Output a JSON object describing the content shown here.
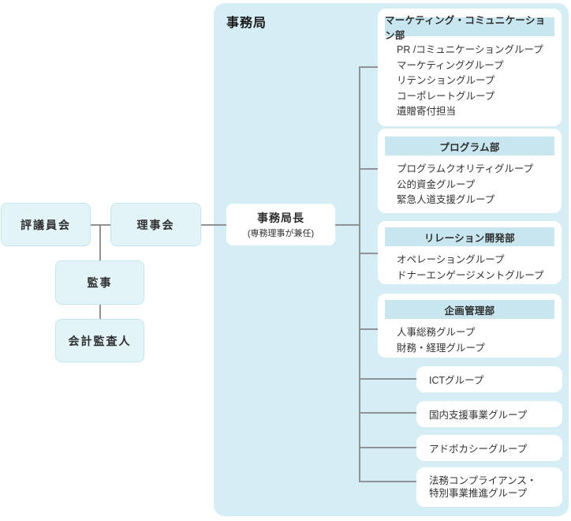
{
  "org": {
    "bureau_title": "事務局",
    "governance": {
      "councilors": "評議員会",
      "board": "理事会",
      "auditors": "監事",
      "accounting_auditor": "会計監査人"
    },
    "director": {
      "title": "事務局長",
      "note": "(専務理事が兼任)"
    },
    "departments": [
      {
        "name": "マーケティング・コミュニケーション部",
        "groups": [
          "PR /コミュニケーショングループ",
          "マーケティンググループ",
          "リテンショングループ",
          "コーポレートグループ",
          "遺贈寄付担当"
        ]
      },
      {
        "name": "プログラム部",
        "groups": [
          "プログラムクオリティグループ",
          "公的資金グループ",
          "緊急人道支援グループ"
        ]
      },
      {
        "name": "リレーション開発部",
        "groups": [
          "オペレーショングループ",
          "ドナーエンゲージメントグループ"
        ]
      },
      {
        "name": "企画管理部",
        "groups": [
          "人事総務グループ",
          "財務・経理グループ"
        ]
      }
    ],
    "direct_groups": [
      "ICTグループ",
      "国内支援事業グループ",
      "アドボカシーグループ",
      "法務コンプライアンス・\n特別事業推進グループ"
    ]
  },
  "colors": {
    "bureau_bg": "#d5edf4",
    "dept_header_bg": "#c7e6f0",
    "governance_box_bg": "#e3f4f9",
    "governance_box_border": "#c3e5ef",
    "connector_line": "#8f9396",
    "text": "#333333"
  }
}
